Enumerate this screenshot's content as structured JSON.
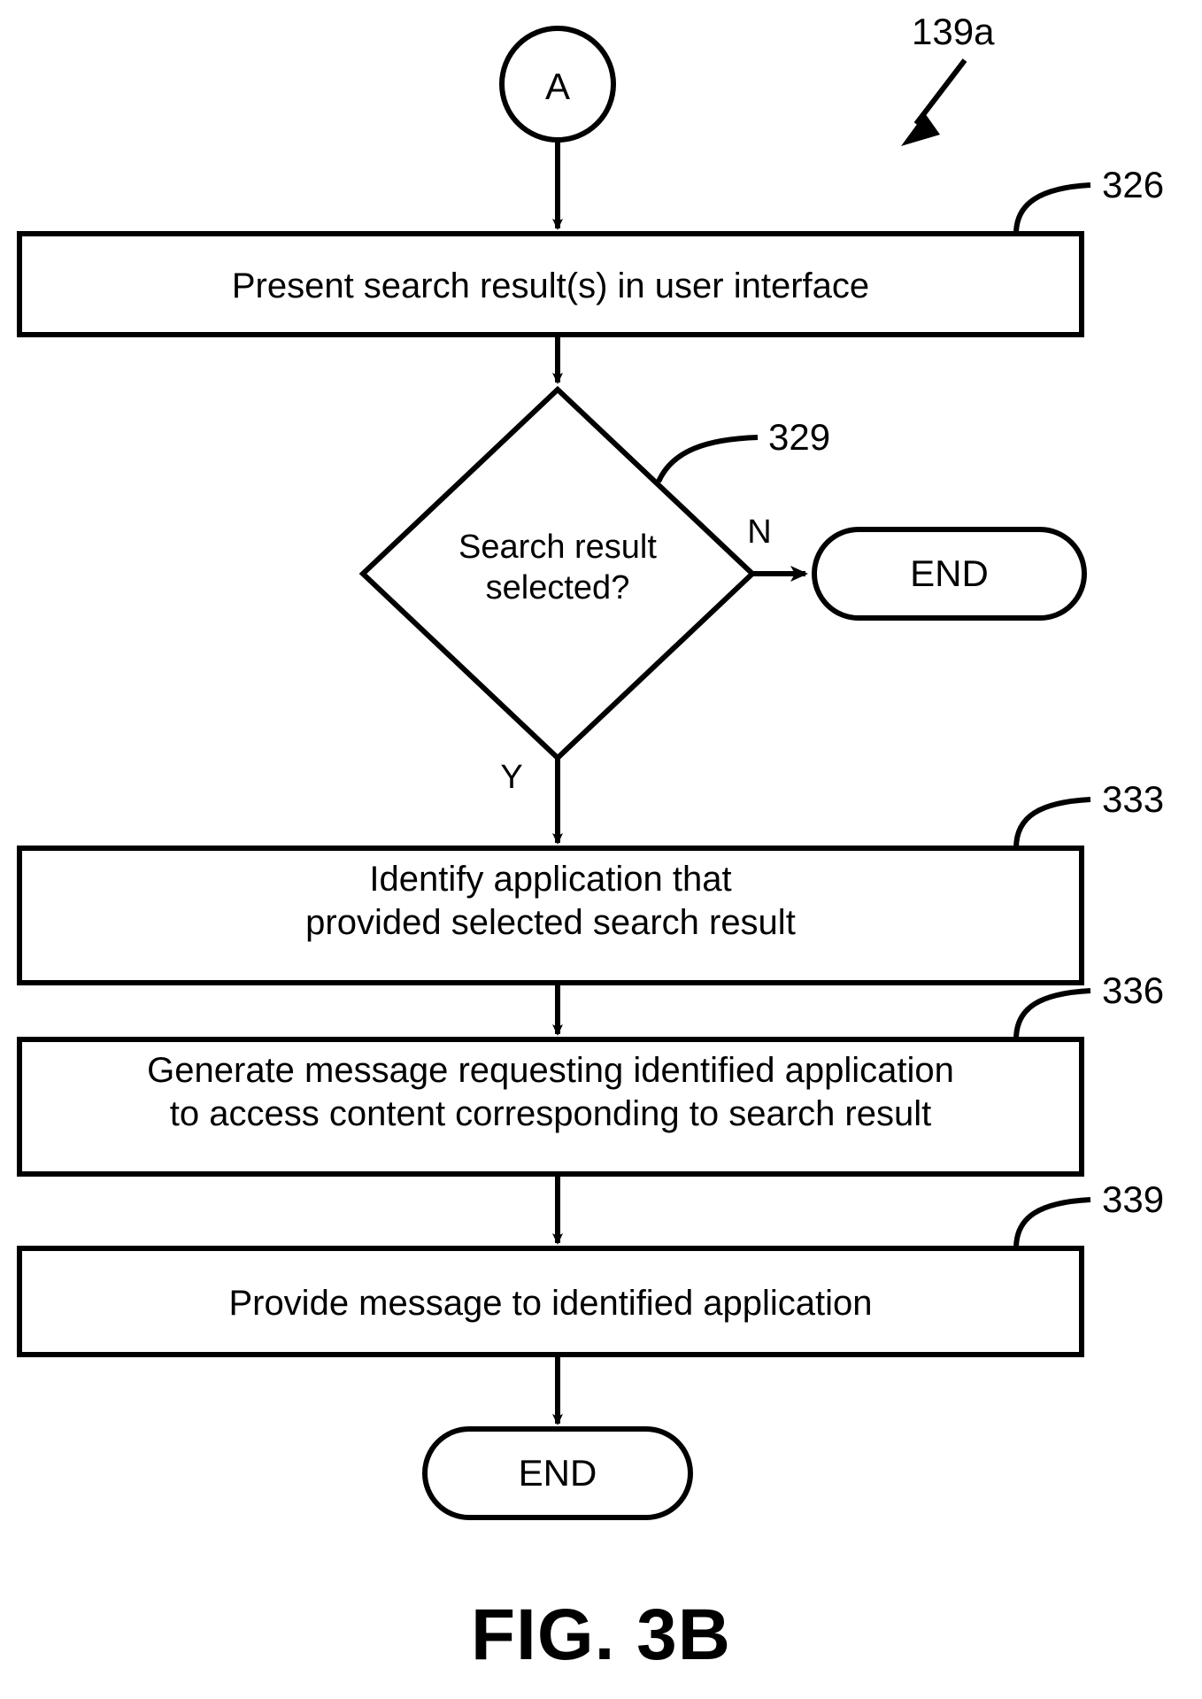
{
  "figure": {
    "caption": "FIG. 3B",
    "diagram_reference": "139a"
  },
  "nodes": {
    "start_connector": {
      "shape": "circle",
      "label": "A"
    },
    "step_326": {
      "shape": "process",
      "ref": "326",
      "label": "Present search result(s) in user interface"
    },
    "decision_329": {
      "shape": "decision",
      "ref": "329",
      "label": "Search result\nselected?",
      "yes_label": "Y",
      "no_label": "N"
    },
    "end_no": {
      "shape": "terminator",
      "label": "END"
    },
    "step_333": {
      "shape": "process",
      "ref": "333",
      "label": "Identify application that\nprovided selected search result"
    },
    "step_336": {
      "shape": "process",
      "ref": "336",
      "label": "Generate message requesting identified application\nto access content corresponding to search result"
    },
    "step_339": {
      "shape": "process",
      "ref": "339",
      "label": "Provide message to identified application"
    },
    "end_final": {
      "shape": "terminator",
      "label": "END"
    }
  },
  "style": {
    "stroke": "#000000",
    "fill": "#ffffff",
    "background": "#ffffff"
  }
}
